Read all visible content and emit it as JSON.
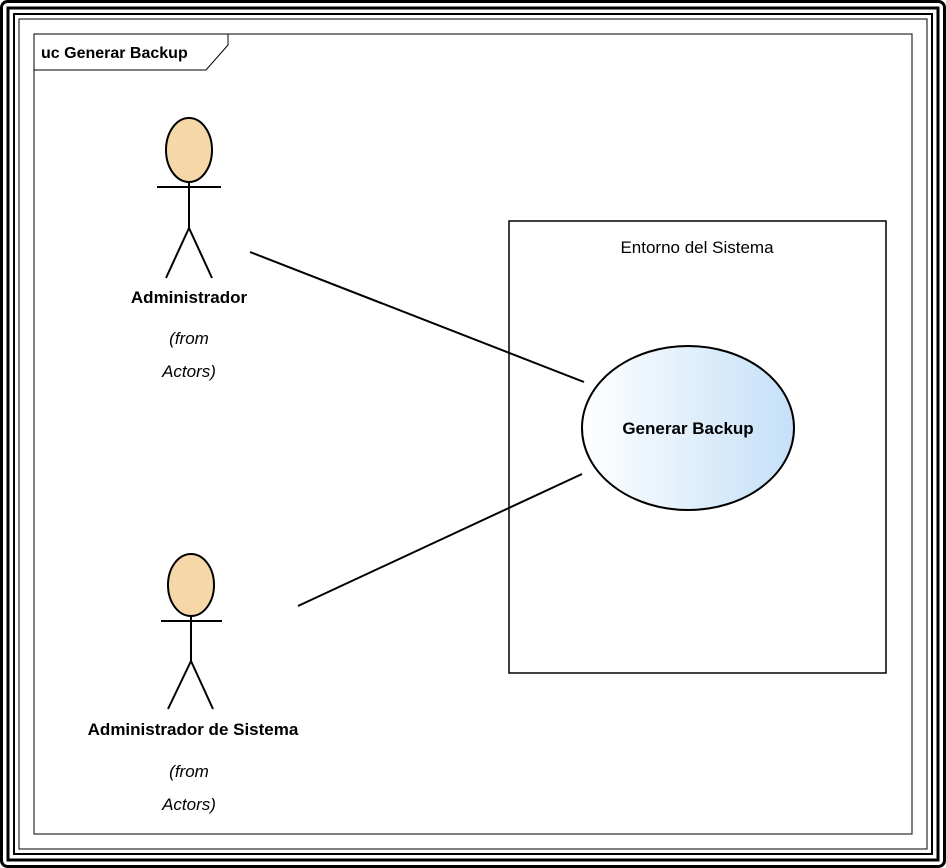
{
  "frame": {
    "title": "uc Generar Backup"
  },
  "boundary": {
    "label": "Entorno del Sistema"
  },
  "use_case": {
    "label": "Generar Backup",
    "fill_start": "#ffffff",
    "fill_end": "#c4e0f8"
  },
  "actors": [
    {
      "name": "Administrador",
      "from_line1": "(from",
      "from_line2": "Actors)"
    },
    {
      "name": "Administrador de Sistema",
      "from_line1": "(from",
      "from_line2": "Actors)"
    }
  ],
  "colors": {
    "actor_head": "#f6d7a7",
    "line": "#000000"
  }
}
